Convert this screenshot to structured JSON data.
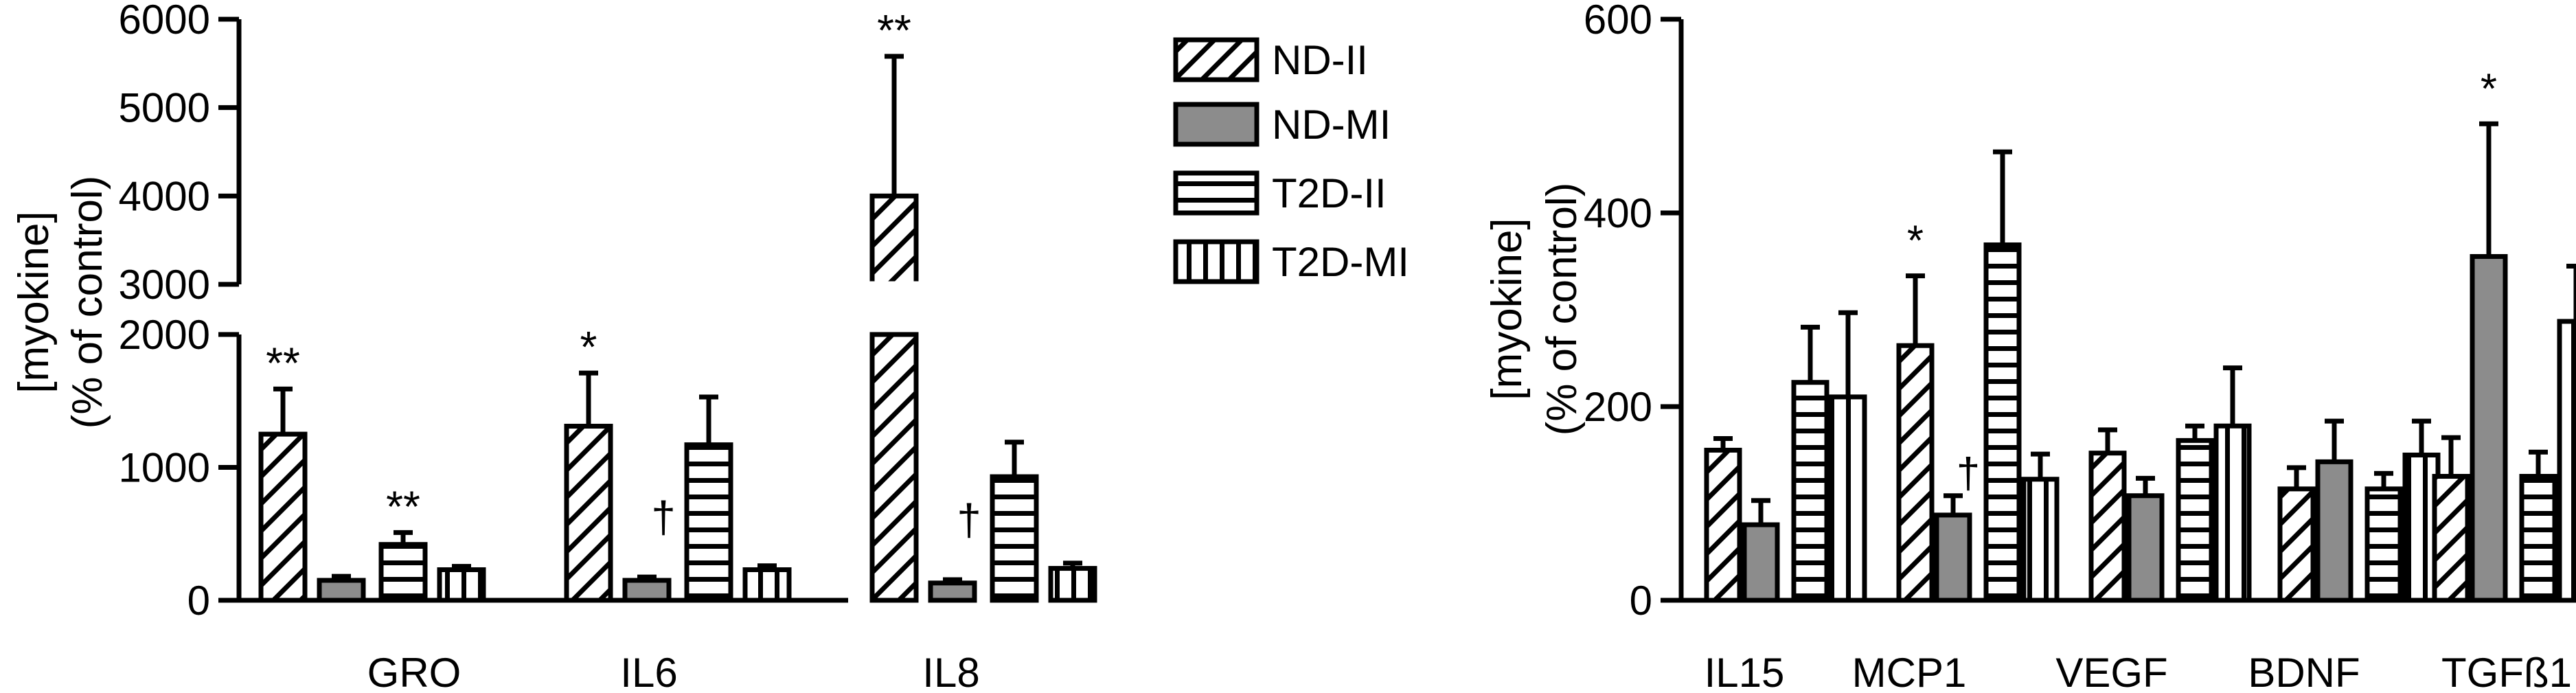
{
  "legend": {
    "entries": [
      {
        "label": "ND-II",
        "pattern": "diag"
      },
      {
        "label": "ND-MI",
        "pattern": "solid-gray"
      },
      {
        "label": "T2D-II",
        "pattern": "hstripes"
      },
      {
        "label": "T2D-MI",
        "pattern": "vstripes"
      }
    ]
  },
  "chart_data": [
    {
      "type": "bar",
      "ylabel_line1": "[myokine]",
      "ylabel_line2": "(% of control)",
      "y_axis_break": true,
      "ylim_lower": [
        0,
        2000
      ],
      "ylim_upper": [
        3000,
        6000
      ],
      "yticks_lower": [
        "0",
        "1000",
        "2000"
      ],
      "yticks_upper": [
        "3000",
        "4000",
        "5000",
        "6000"
      ],
      "categories": [
        "GRO",
        "IL6",
        "IL8"
      ],
      "series": [
        {
          "name": "ND-II",
          "values": [
            1250,
            1310,
            4000
          ],
          "errors": [
            340,
            400,
            1580
          ]
        },
        {
          "name": "ND-MI",
          "values": [
            150,
            150,
            130
          ],
          "errors": [
            30,
            25,
            25
          ]
        },
        {
          "name": "T2D-II",
          "values": [
            420,
            1170,
            930
          ],
          "errors": [
            90,
            360,
            260
          ]
        },
        {
          "name": "T2D-MI",
          "values": [
            230,
            230,
            240
          ],
          "errors": [
            25,
            30,
            40
          ]
        }
      ],
      "annotations": [
        {
          "category": 0,
          "series": 0,
          "text": "**"
        },
        {
          "category": 0,
          "series": 2,
          "text": "**"
        },
        {
          "category": 1,
          "series": 0,
          "text": "*"
        },
        {
          "category": 1,
          "series": 1,
          "text": "†"
        },
        {
          "category": 2,
          "series": 0,
          "text": "**"
        },
        {
          "category": 2,
          "series": 1,
          "text": "†"
        }
      ]
    },
    {
      "type": "bar",
      "ylabel_line1": "[myokine]",
      "ylabel_line2": "(% of control)",
      "ylim": [
        0,
        600
      ],
      "yticks": [
        "0",
        "200",
        "400",
        "600"
      ],
      "categories": [
        "IL15",
        "MCP1",
        "VEGF",
        "BDNF",
        "TGFß1"
      ],
      "series": [
        {
          "name": "ND-II",
          "values": [
            155,
            263,
            152,
            115,
            128
          ],
          "errors": [
            12,
            72,
            24,
            22,
            40
          ]
        },
        {
          "name": "ND-MI",
          "values": [
            78,
            88,
            108,
            143,
            355
          ],
          "errors": [
            25,
            20,
            18,
            42,
            137
          ]
        },
        {
          "name": "T2D-II",
          "values": [
            225,
            367,
            165,
            115,
            128
          ],
          "errors": [
            57,
            96,
            15,
            16,
            25
          ]
        },
        {
          "name": "T2D-MI",
          "values": [
            210,
            125,
            180,
            150,
            288
          ],
          "errors": [
            87,
            26,
            60,
            35,
            57
          ]
        }
      ],
      "annotations": [
        {
          "category": 1,
          "series": 0,
          "text": "*"
        },
        {
          "category": 1,
          "series": 1,
          "text": "†"
        },
        {
          "category": 4,
          "series": 1,
          "text": "*"
        }
      ]
    }
  ]
}
